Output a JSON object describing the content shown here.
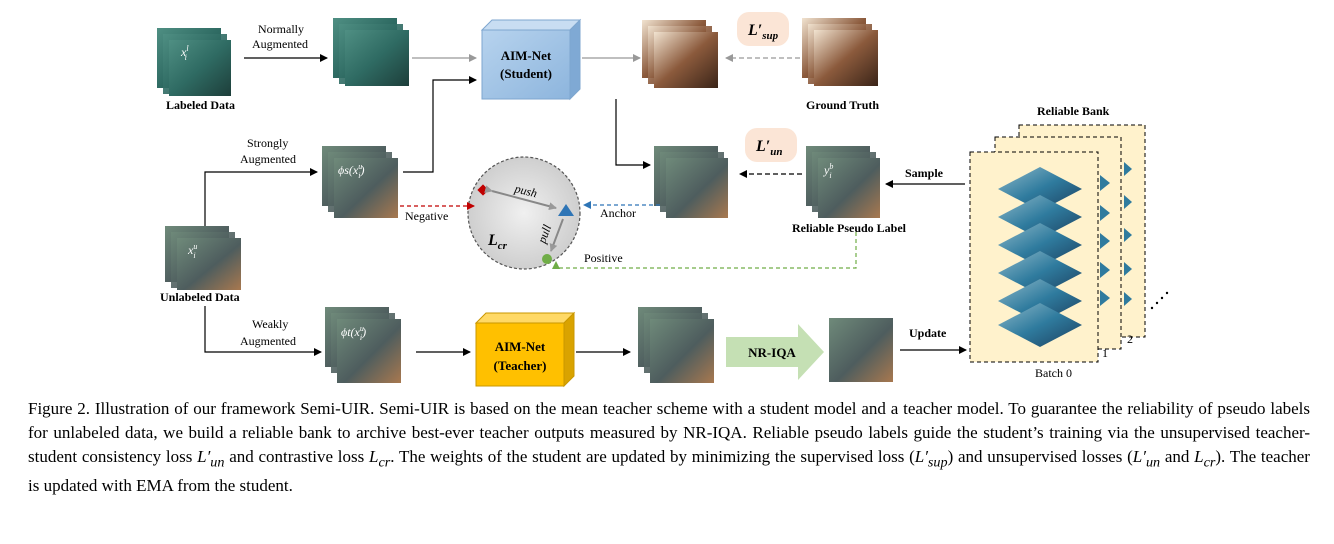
{
  "labels": {
    "labeled_data": "Labeled Data",
    "normally_augmented_1": "Normally",
    "normally_augmented_2": "Augmented",
    "student_1": "AIM-Net",
    "student_2": "(Student)",
    "ground_truth": "Ground Truth",
    "strongly_augmented_1": "Strongly",
    "strongly_augmented_2": "Augmented",
    "negative": "Negative",
    "anchor": "Anchor",
    "positive": "Positive",
    "push": "push",
    "pull": "pull",
    "lcr": "L",
    "lcr_sub": "cr",
    "unlabeled_data": "Unlabeled Data",
    "weakly_augmented_1": "Weakly",
    "weakly_augmented_2": "Augmented",
    "teacher_1": "AIM-Net",
    "teacher_2": "(Teacher)",
    "nr_iqa": "NR-IQA",
    "update": "Update",
    "sample": "Sample",
    "reliable_pseudo_label": "Reliable Pseudo Label",
    "reliable_bank": "Reliable Bank",
    "batch_0": "Batch 0",
    "batch_1": "1",
    "batch_2": "2",
    "l_sup": "L′",
    "l_sup_sub": "sup",
    "l_un": "L′",
    "l_un_sub": "un",
    "x_l": "x",
    "x_l_sup": "l",
    "x_l_sub": "i",
    "x_u": "x",
    "x_u_sup": "u",
    "x_u_sub": "i",
    "y_b": "y",
    "y_b_sup": "b",
    "y_b_sub": "i",
    "phi_s": "ϕs(x",
    "phi_t": "ϕt(x",
    "phi_sup": "u",
    "phi_sub": "i",
    "phi_close": ")"
  },
  "caption": {
    "p1": "Figure 2. Illustration of our framework Semi-UIR. Semi-UIR is based on the mean teacher scheme with a student model and a teacher model.  To guarantee the reliability of pseudo labels for unlabeled data, we build a reliable bank to archive best-ever teacher outputs measured by NR-IQA. Reliable pseudo labels guide the student’s training via the unsupervised teacher-student consistency loss ",
    "m1": "L′",
    "m1_sub": "un",
    "p2": " and contrastive loss ",
    "m2": "L",
    "m2_sub": "cr",
    "p3": ". The weights of the student are updated by minimizing the supervised loss (",
    "m3": "L′",
    "m3_sub": "sup",
    "p4": ") and unsupervised losses (",
    "m4": "L′",
    "m4_sub": "un",
    "p5": " and ",
    "m5": "L",
    "m5_sub": "cr",
    "p6": "). The teacher is updated with EMA from the student."
  },
  "colors": {
    "student_box": "#9cc3e6",
    "teacher_box": "#ffc000",
    "nr_iqa_arrow": "#c5e0b4",
    "loss_badge": "#fbe5d6",
    "bank_card": "#fff2cc",
    "negative_line": "#c00000",
    "anchor_line": "#2e75b6",
    "positive_line": "#70ad47"
  }
}
